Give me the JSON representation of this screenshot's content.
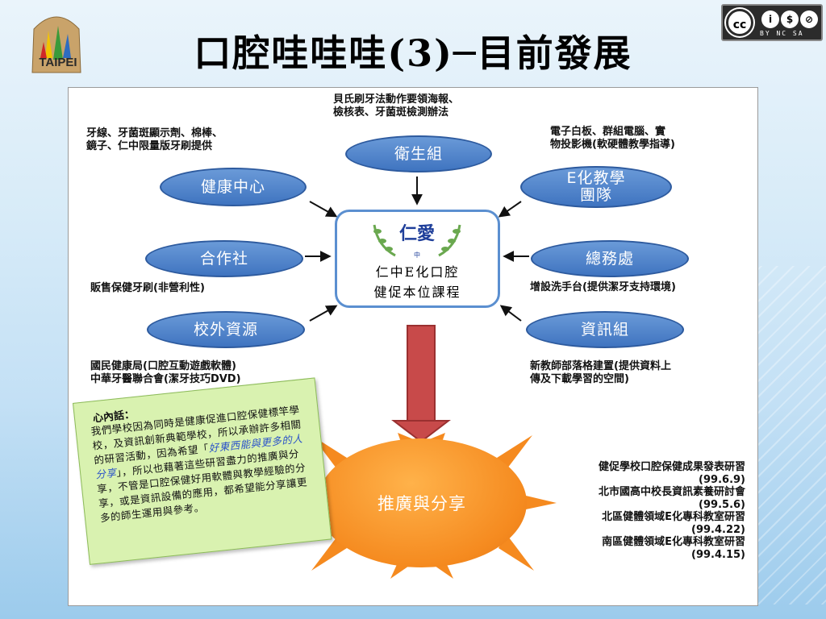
{
  "slide": {
    "title": "口腔哇哇哇(3)─目前發展",
    "logo_text": "TAIPEI",
    "cc": {
      "symbol": "cc",
      "icons": [
        "i",
        "$",
        "⊘"
      ],
      "label": "BY NC SA"
    }
  },
  "center": {
    "logo_text": "仁愛",
    "logo_sub": "中",
    "lines": "仁中E化口腔\n健促本位課程"
  },
  "nodes": {
    "health": "衛生組",
    "health_center": "健康中心",
    "elearn": "E化教學\n團隊",
    "coop": "合作社",
    "general": "總務處",
    "outside": "校外資源",
    "info": "資訊組",
    "share": "推廣與分享"
  },
  "notes": {
    "health": "貝氏刷牙法動作要領海報、\n檢核表、牙菌斑檢測辦法",
    "health_center": "牙線、牙菌斑顯示劑、棉棒、\n鏡子、仁中限量版牙刷提供",
    "elearn": "電子白板、群組電腦、實\n物投影機(軟硬體教學指導)",
    "coop": "販售保健牙刷(非營利性)",
    "general": "增設洗手台(提供潔牙支持環境)",
    "outside": "國民健康局(口腔互動遊戲軟體)\n中華牙醫聯合會(潔牙技巧DVD)",
    "info": "新教師部落格建置(提供資料上\n傳及下載學習的空間)"
  },
  "sticky": {
    "title": "心內話：",
    "body_before": "我們學校因為同時是健康促進口腔保健標竿學校，及資訊創新典範學校，所以承辦許多相關的研習活動，因為希望「",
    "highlight": "好東西能與更多的人分享",
    "body_after": "」，所以也藉著這些研習盡力的推廣與分享，不管是口腔保健好用軟體與教學經驗的分享，或是資訊設備的應用，都希望能分享讓更多的師生運用與參考。"
  },
  "workshops": "健促學校口腔保健成果發表研習\n(99.6.9)\n北市國高中校長資訊素養研討會\n(99.5.6)\n北區健體領域E化專科教室研習\n(99.4.22)\n南區健體領域E化專科教室研習\n(99.4.15)",
  "colors": {
    "node_blue": "#4a7fc8",
    "sun_orange": "#f58a1f",
    "arrow_red": "#c84a4a",
    "sticky_green": "#d9f2b0"
  }
}
